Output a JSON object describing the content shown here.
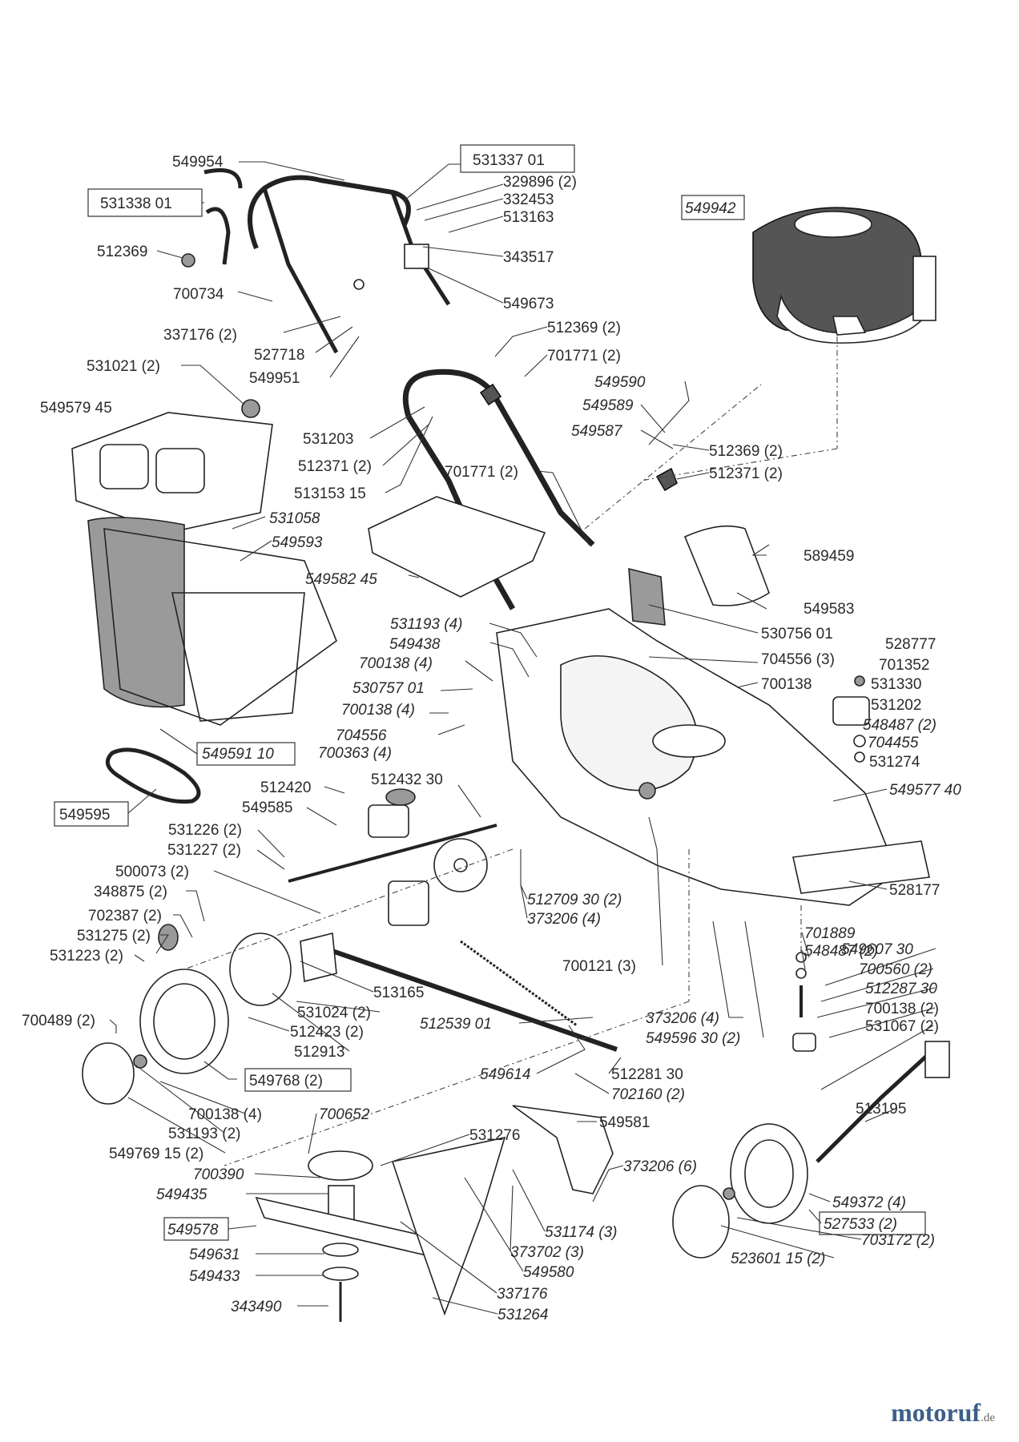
{
  "labels": [
    {
      "id": "l1",
      "text": "549954"
    },
    {
      "id": "l2",
      "text": "531337 01"
    },
    {
      "id": "l3",
      "text": "329896 (2)"
    },
    {
      "id": "l4",
      "text": "332453"
    },
    {
      "id": "l5",
      "text": "531338 01"
    },
    {
      "id": "l6",
      "text": "513163"
    },
    {
      "id": "l7",
      "text": "549942"
    },
    {
      "id": "l8",
      "text": "512369"
    },
    {
      "id": "l9",
      "text": "343517"
    },
    {
      "id": "l10",
      "text": "700734"
    },
    {
      "id": "l11",
      "text": "549673"
    },
    {
      "id": "l12",
      "text": "337176 (2)"
    },
    {
      "id": "l13",
      "text": "527718"
    },
    {
      "id": "l14",
      "text": "512369 (2)"
    },
    {
      "id": "l15",
      "text": "549951"
    },
    {
      "id": "l16",
      "text": "701771 (2)"
    },
    {
      "id": "l17",
      "text": "531021 (2)"
    },
    {
      "id": "l18",
      "text": "549590"
    },
    {
      "id": "l19",
      "text": "549579 45"
    },
    {
      "id": "l20",
      "text": "549589"
    },
    {
      "id": "l21",
      "text": "549587"
    },
    {
      "id": "l22",
      "text": "531203"
    },
    {
      "id": "l23",
      "text": "512369 (2)"
    },
    {
      "id": "l24",
      "text": "512371 (2)"
    },
    {
      "id": "l25",
      "text": "701771 (2)"
    },
    {
      "id": "l26",
      "text": "512371 (2)"
    },
    {
      "id": "l27",
      "text": "513153 15"
    },
    {
      "id": "l28",
      "text": "531058"
    },
    {
      "id": "l29",
      "text": "549593"
    },
    {
      "id": "l30",
      "text": "589459"
    },
    {
      "id": "l31",
      "text": "549582 45"
    },
    {
      "id": "l32",
      "text": "549583"
    },
    {
      "id": "l33",
      "text": "531193 (4)"
    },
    {
      "id": "l34",
      "text": "530756 01"
    },
    {
      "id": "l35",
      "text": "549438"
    },
    {
      "id": "l36",
      "text": "704556 (3)"
    },
    {
      "id": "l37",
      "text": "528777"
    },
    {
      "id": "l38",
      "text": "700138 (4)"
    },
    {
      "id": "l39",
      "text": "701352"
    },
    {
      "id": "l40",
      "text": "530757 01"
    },
    {
      "id": "l41",
      "text": "700138"
    },
    {
      "id": "l42",
      "text": "531330"
    },
    {
      "id": "l43",
      "text": "700138 (4)"
    },
    {
      "id": "l44",
      "text": "531202"
    },
    {
      "id": "l45",
      "text": "704556"
    },
    {
      "id": "l46",
      "text": "548487 (2)"
    },
    {
      "id": "l47",
      "text": "700363 (4)"
    },
    {
      "id": "l48",
      "text": "704455"
    },
    {
      "id": "l49",
      "text": "549591 10"
    },
    {
      "id": "l50",
      "text": "531274"
    },
    {
      "id": "l51",
      "text": "512420"
    },
    {
      "id": "l52",
      "text": "512432 30"
    },
    {
      "id": "l53",
      "text": "549577 40"
    },
    {
      "id": "l54",
      "text": "549595"
    },
    {
      "id": "l55",
      "text": "549585"
    },
    {
      "id": "l56",
      "text": "531226 (2)"
    },
    {
      "id": "l57",
      "text": "531227 (2)"
    },
    {
      "id": "l58",
      "text": "500073 (2)"
    },
    {
      "id": "l59",
      "text": "528177"
    },
    {
      "id": "l60",
      "text": "348875 (2)"
    },
    {
      "id": "l61",
      "text": "512709 30 (2)"
    },
    {
      "id": "l62",
      "text": "373206 (4)"
    },
    {
      "id": "l63",
      "text": "702387 (2)"
    },
    {
      "id": "l64",
      "text": "701889"
    },
    {
      "id": "l65",
      "text": "531275 (2)"
    },
    {
      "id": "l66",
      "text": "548487 (2)"
    },
    {
      "id": "l67",
      "text": "531223 (2)"
    },
    {
      "id": "l68",
      "text": "700121 (3)"
    },
    {
      "id": "l69",
      "text": "549607 30"
    },
    {
      "id": "l70",
      "text": "700560 (2)"
    },
    {
      "id": "l71",
      "text": "513165"
    },
    {
      "id": "l72",
      "text": "512287 30"
    },
    {
      "id": "l73",
      "text": "700489 (2)"
    },
    {
      "id": "l74",
      "text": "531024 (2)"
    },
    {
      "id": "l75",
      "text": "700138 (2)"
    },
    {
      "id": "l76",
      "text": "512539 01"
    },
    {
      "id": "l77",
      "text": "373206 (4)"
    },
    {
      "id": "l78",
      "text": "531067 (2)"
    },
    {
      "id": "l79",
      "text": "512423 (2)"
    },
    {
      "id": "l80",
      "text": "549596 30 (2)"
    },
    {
      "id": "l81",
      "text": "512913"
    },
    {
      "id": "l82",
      "text": "549768 (2)"
    },
    {
      "id": "l83",
      "text": "549614"
    },
    {
      "id": "l84",
      "text": "512281 30"
    },
    {
      "id": "l85",
      "text": "702160 (2)"
    },
    {
      "id": "l86",
      "text": "700138 (4)"
    },
    {
      "id": "l87",
      "text": "513195"
    },
    {
      "id": "l88",
      "text": "531193 (2)"
    },
    {
      "id": "l89",
      "text": "700652"
    },
    {
      "id": "l90",
      "text": "549581"
    },
    {
      "id": "l91",
      "text": "549769 15 (2)"
    },
    {
      "id": "l92",
      "text": "531276"
    },
    {
      "id": "l93",
      "text": "373206 (6)"
    },
    {
      "id": "l94",
      "text": "700390"
    },
    {
      "id": "l95",
      "text": "549372 (4)"
    },
    {
      "id": "l96",
      "text": "549435"
    },
    {
      "id": "l97",
      "text": "527533 (2)"
    },
    {
      "id": "l98",
      "text": "549578"
    },
    {
      "id": "l99",
      "text": "531174 (3)"
    },
    {
      "id": "l100",
      "text": "703172 (2)"
    },
    {
      "id": "l101",
      "text": "549631"
    },
    {
      "id": "l102",
      "text": "373702 (3)"
    },
    {
      "id": "l103",
      "text": "523601 15 (2)"
    },
    {
      "id": "l104",
      "text": "549433"
    },
    {
      "id": "l105",
      "text": "549580"
    },
    {
      "id": "l106",
      "text": "337176"
    },
    {
      "id": "l107",
      "text": "343490"
    },
    {
      "id": "l108",
      "text": "531264"
    }
  ],
  "watermark": {
    "text": "motoruf",
    "suffix": ".de"
  }
}
